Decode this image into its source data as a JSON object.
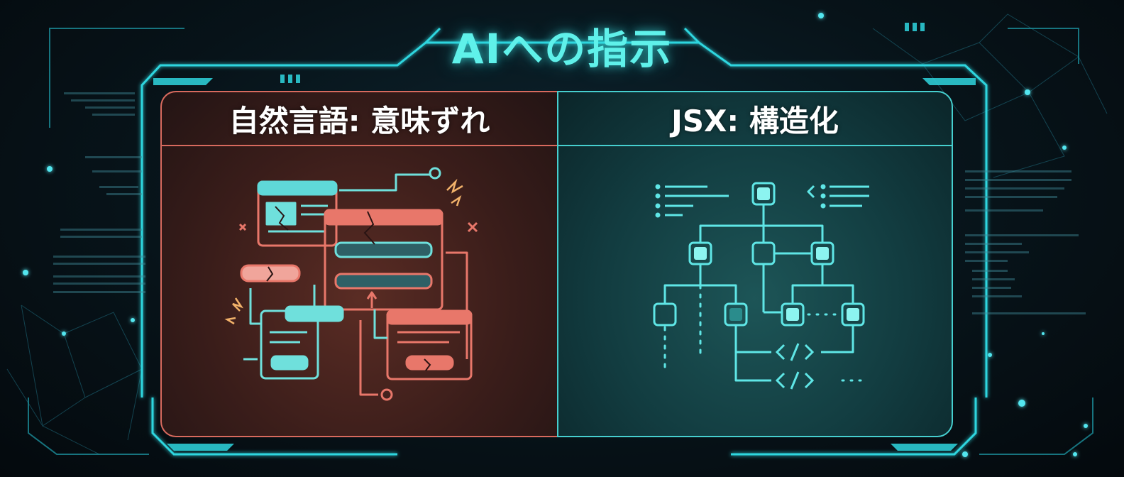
{
  "title": "AIへの指示",
  "panels": {
    "left": {
      "heading": "自然言語: 意味ずれ",
      "accent": "#d86a5e"
    },
    "right": {
      "heading": "JSX: 構造化",
      "accent": "#46cfcf"
    }
  },
  "colors": {
    "cyan": "#5ff1ea",
    "coral": "#e8776a",
    "frame": "#2fd6df"
  },
  "icons": [
    "broken-window-icon",
    "warning-spark-icon",
    "close-icon",
    "tree-diagram-icon",
    "code-tag-icon"
  ]
}
